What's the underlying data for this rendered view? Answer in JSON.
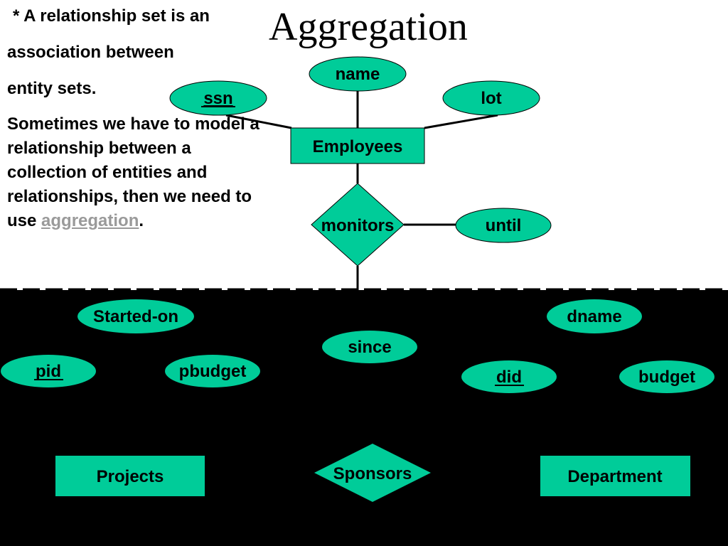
{
  "title": "Aggregation",
  "description": {
    "line1": "* A relationship set is an",
    "line2": "association between",
    "line3": "entity sets.",
    "body": "Sometimes we have to model a relationship between a collection of entities and relationships, then we need to use ",
    "link": "aggregation",
    "end": "."
  },
  "colors": {
    "shape_fill": "#00cc99",
    "link": "#9a9a9a",
    "lower_background": "#000000"
  },
  "diagram": {
    "entities": {
      "employees": "Employees",
      "projects": "Projects",
      "department": "Department"
    },
    "relationships": {
      "monitors": "monitors",
      "sponsors": "Sponsors"
    },
    "attributes": {
      "name": "name",
      "ssn": "ssn",
      "lot": "lot",
      "until": "until",
      "started_on": "Started-on",
      "since": "since",
      "dname": "dname",
      "pid": "pid",
      "pbudget": "pbudget",
      "did": "did",
      "budget": "budget"
    },
    "key_attributes": [
      "ssn",
      "pid",
      "did"
    ]
  }
}
